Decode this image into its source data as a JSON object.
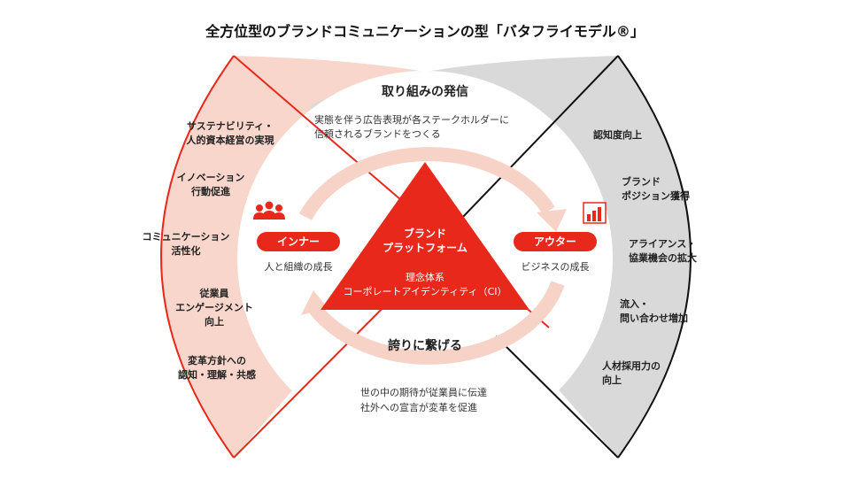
{
  "title": "全方位型のブランドコミュニケーションの型「バタフライモデル®」",
  "top_cycle": {
    "heading": "取り組みの発信",
    "note_line1": "実態を伴う広告表現が各ステークホルダーに",
    "note_line2": "信頼されるブランドをつくる"
  },
  "bottom_cycle": {
    "heading": "誇りに繋げる",
    "note_line1": "世の中の期待が従業員に伝達",
    "note_line2": "社外への宣言が変革を促進"
  },
  "inner": {
    "label": "インナー",
    "sub": "人と組織の成長",
    "icon": "people-icon"
  },
  "outer": {
    "label": "アウター",
    "sub": "ビジネスの成長",
    "icon": "bar-chart-icon"
  },
  "platform": {
    "title_line1": "ブランド",
    "title_line2": "プラットフォーム",
    "sub_line1": "理念体系",
    "sub_line2": "コーポレートアイデンティティ（CI）"
  },
  "left_items": [
    [
      "サステナビリティ・",
      "人的資本経営の実現"
    ],
    [
      "イノベーション",
      "行動促進"
    ],
    [
      "コミュニケーション",
      "活性化"
    ],
    [
      "従業員",
      "エンゲージメント",
      "向上"
    ],
    [
      "変革方針への",
      "認知・理解・共感"
    ]
  ],
  "right_items": [
    [
      "認知度向上"
    ],
    [
      "ブランド",
      "ポジション獲得"
    ],
    [
      "アライアンス・",
      "協業機会の拡大"
    ],
    [
      "流入・",
      "問い合わせ増加"
    ],
    [
      "人材採用力の",
      "向上"
    ]
  ],
  "colors": {
    "accent": "#e8281b",
    "left_fill": "#f9d6cb",
    "right_fill": "#d9d9d9",
    "circle_fill": "#ffffff",
    "arrow": "#f7d2c6"
  }
}
